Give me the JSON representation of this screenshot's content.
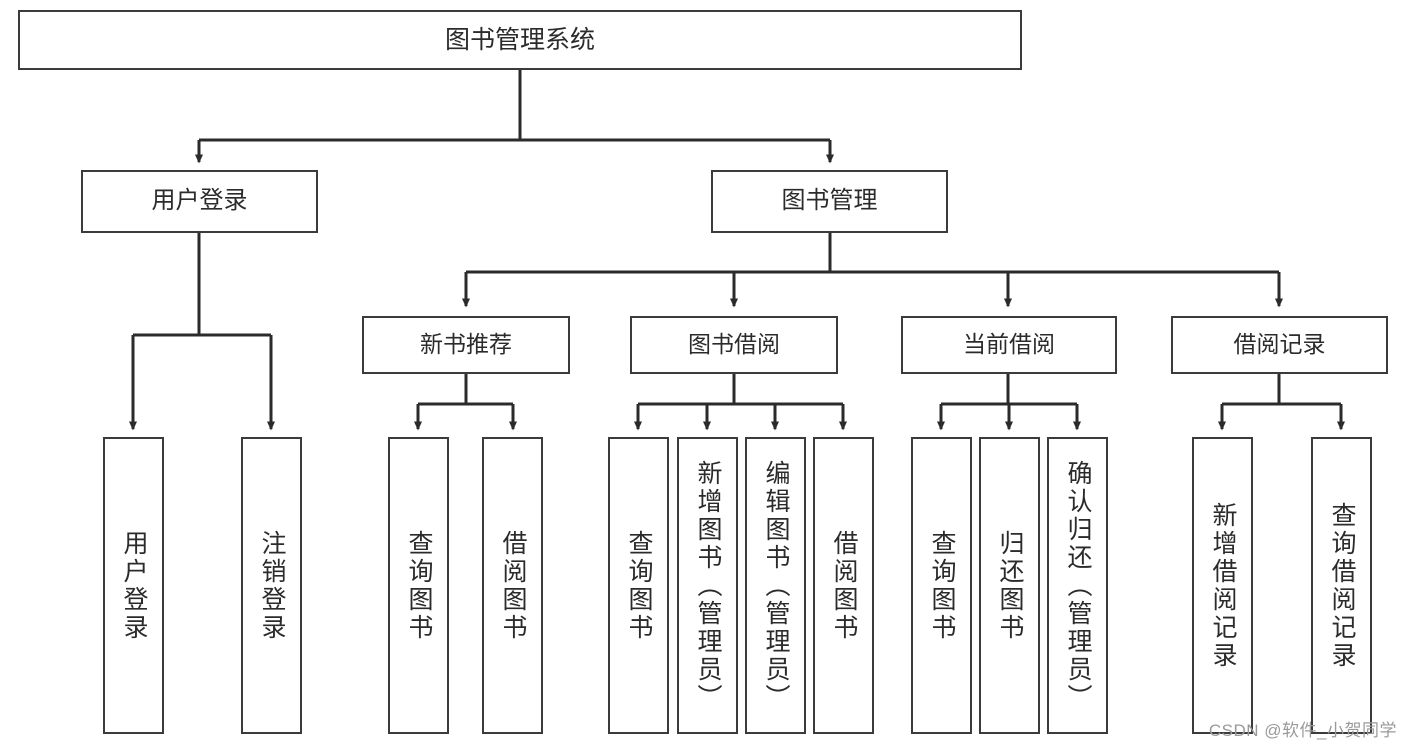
{
  "diagram": {
    "title": "图书管理系统",
    "type": "tree-hierarchy",
    "colors": {
      "background": "#ffffff",
      "box_border": "#3b3b3b",
      "box_fill": "#ffffff",
      "text": "#2b2b2b",
      "connector": "#2b2b2b",
      "watermark": "#9a9a9a"
    },
    "root": {
      "label": "图书管理系统"
    },
    "level2": [
      {
        "label": "用户登录"
      },
      {
        "label": "图书管理"
      }
    ],
    "level3": [
      {
        "label": "新书推荐"
      },
      {
        "label": "图书借阅"
      },
      {
        "label": "当前借阅"
      },
      {
        "label": "借阅记录"
      }
    ],
    "leaves": {
      "user_login": [
        {
          "label": "用户登录"
        },
        {
          "label": "注销登录"
        }
      ],
      "new_book_recommend": [
        {
          "label": "查询图书"
        },
        {
          "label": "借阅图书"
        }
      ],
      "book_borrow": [
        {
          "label": "查询图书"
        },
        {
          "label": "新增图书（管理员）"
        },
        {
          "label": "编辑图书（管理员）"
        },
        {
          "label": "借阅图书"
        }
      ],
      "current_borrow": [
        {
          "label": "查询图书"
        },
        {
          "label": "归还图书"
        },
        {
          "label": "确认归还（管理员）"
        }
      ],
      "borrow_record": [
        {
          "label": "新增借阅记录"
        },
        {
          "label": "查询借阅记录"
        }
      ]
    },
    "watermark": "CSDN @软件_小贺同学"
  }
}
